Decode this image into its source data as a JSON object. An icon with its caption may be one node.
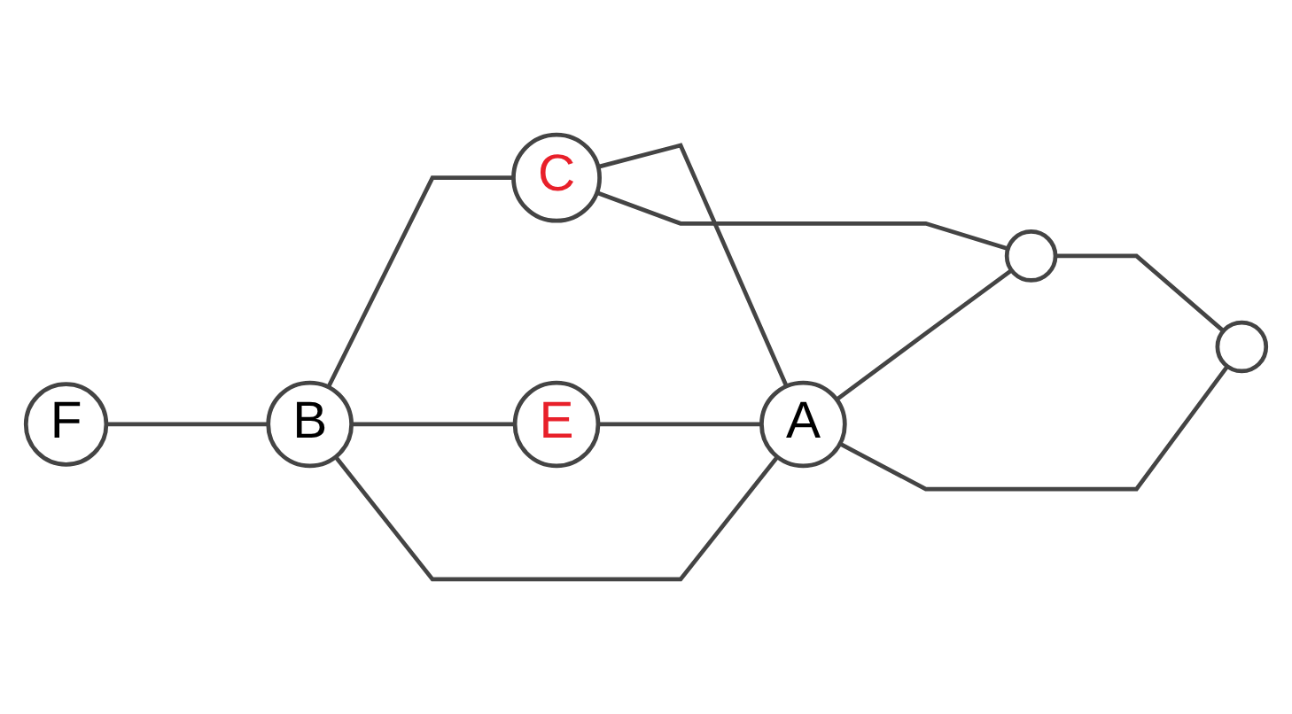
{
  "diagram": {
    "nodes": [
      {
        "text": [
          "F"
        ]
      },
      {
        "text": [
          "B"
        ]
      },
      {
        "text": [
          "C"
        ]
      },
      {
        "text": [
          "E"
        ]
      },
      {
        "text": [
          "A"
        ]
      },
      {
        "text": [],
        "shape": "circle"
      },
      {
        "text": [],
        "shape": "circle"
      }
    ],
    "edges": [
      {
        "from": 0,
        "to": 1,
        "arrow": "none"
      },
      {
        "from": 1,
        "to": 2,
        "arrow": "none"
      },
      {
        "from": 1,
        "to": 3,
        "arrow": "none"
      },
      {
        "from": 1,
        "to": 4,
        "arrow": "none"
      },
      {
        "from": 2,
        "to": 4,
        "arrow": "none"
      },
      {
        "from": 2,
        "to": 5,
        "arrow": "none"
      },
      {
        "from": 3,
        "to": 4,
        "arrow": "none"
      },
      {
        "from": 4,
        "to": 5,
        "arrow": "none"
      },
      {
        "from": 4,
        "to": 6,
        "arrow": "none"
      },
      {
        "from": 5,
        "to": 6,
        "arrow": "none"
      }
    ]
  }
}
